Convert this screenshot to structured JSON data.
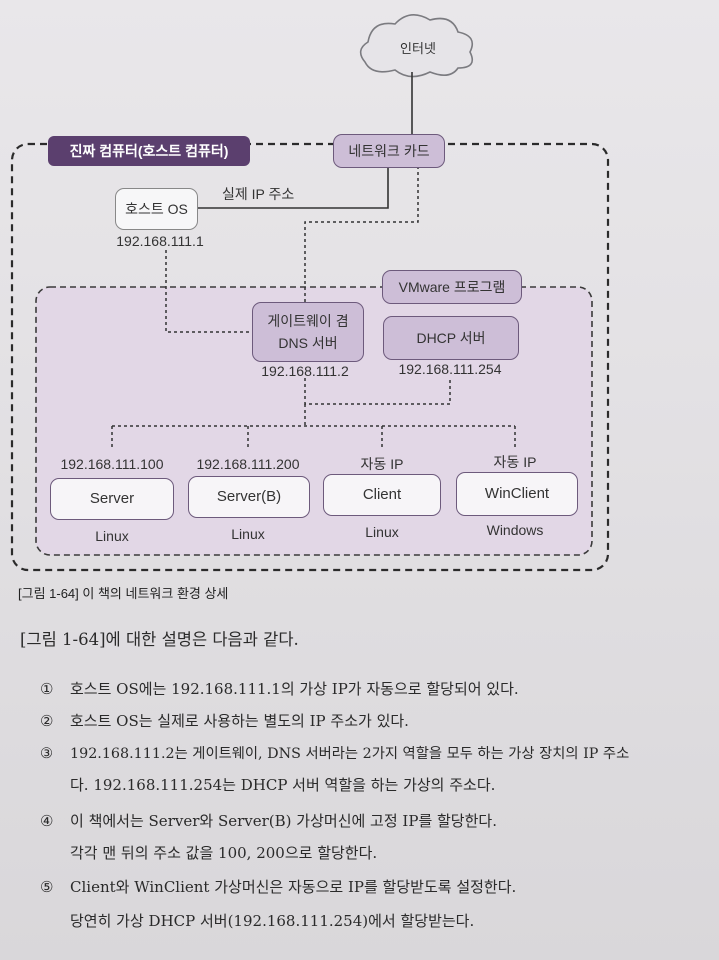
{
  "diagram": {
    "internet": "인터넷",
    "host_computer": "진짜 컴퓨터(호스트 컴퓨터)",
    "network_card": "네트워크 카드",
    "host_os": "호스트 OS",
    "real_ip_label": "실제 IP 주소",
    "host_os_ip": "192.168.111.1",
    "vmware_program": "VMware 프로그램",
    "gateway_line1": "게이트웨이 겸",
    "gateway_line2": "DNS 서버",
    "gateway_ip": "192.168.111.2",
    "dhcp": "DHCP 서버",
    "dhcp_ip": "192.168.111.254",
    "vms": [
      {
        "name": "Server",
        "ip": "192.168.111.100",
        "os": "Linux"
      },
      {
        "name": "Server(B)",
        "ip": "192.168.111.200",
        "os": "Linux"
      },
      {
        "name": "Client",
        "ip": "자동 IP",
        "os": "Linux"
      },
      {
        "name": "WinClient",
        "ip": "자동 IP",
        "os": "Windows"
      }
    ]
  },
  "caption": "[그림 1-64] 이 책의 네트워크 환경 상세",
  "body": {
    "intro": "[그림 1-64]에 대한 설명은 다음과 같다.",
    "items": [
      {
        "num": "①",
        "text": "호스트 OS에는 192.168.111.1의 가상 IP가 자동으로 할당되어 있다."
      },
      {
        "num": "②",
        "text": "호스트 OS는 실제로 사용하는 별도의 IP 주소가 있다."
      },
      {
        "num": "③",
        "text": "192.168.111.2는 게이트웨이, DNS 서버라는 2가지 역할을 모두 하는 가상 장치의 IP 주소"
      },
      {
        "num": "",
        "text": "다. 192.168.111.254는 DHCP 서버 역할을 하는 가상의 주소다."
      },
      {
        "num": "④",
        "text": "이 책에서는 Server와 Server(B) 가상머신에 고정 IP를 할당한다."
      },
      {
        "num": "",
        "text": "각각 맨 뒤의 주소 값을 100, 200으로 할당한다."
      },
      {
        "num": "⑤",
        "text": "Client와 WinClient 가상머신은 자동으로 IP를 할당받도록 설정한다."
      },
      {
        "num": "",
        "text": "당연히 가상 DHCP 서버(192.168.111.254)에서 할당받는다."
      }
    ]
  }
}
